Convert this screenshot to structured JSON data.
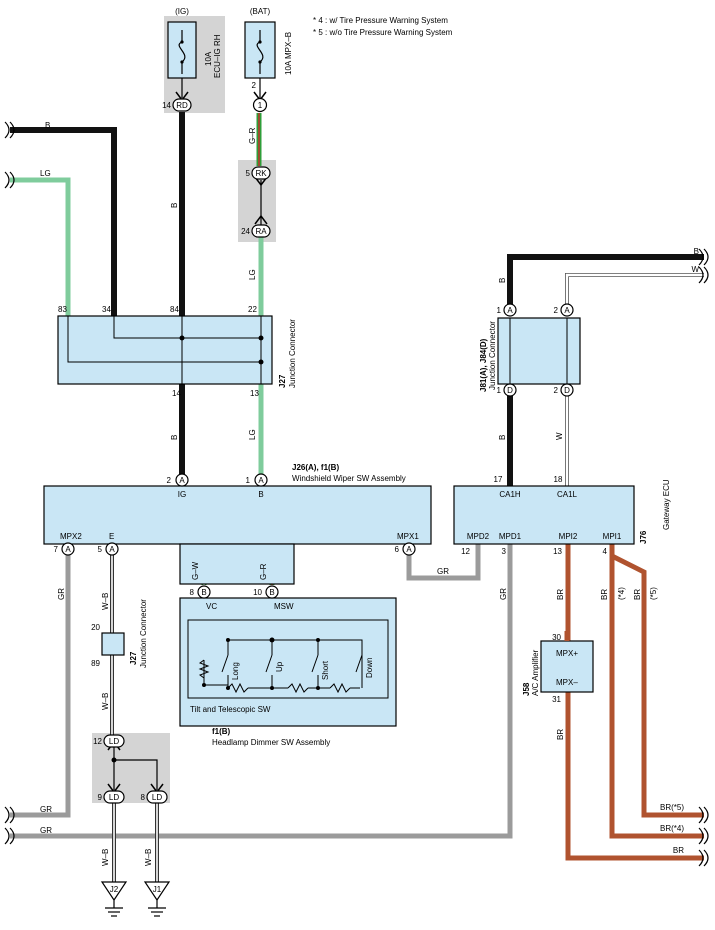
{
  "legend": {
    "note4": "* 4 : w/ Tire Pressure Warning System",
    "note5": "* 5 : w/o Tire Pressure Warning System"
  },
  "fuses": {
    "ig": {
      "source": "(IG)",
      "name": "10A ECU–IG RH",
      "name_line1": "10A",
      "name_line2": "ECU–IG RH",
      "pin": "14",
      "connector": "RD"
    },
    "bat": {
      "source": "(BAT)",
      "name": "10A MPX–B",
      "pin_top": "2",
      "pin": "1"
    }
  },
  "inline_connectors": {
    "rk": {
      "pin": "5",
      "id": "RK"
    },
    "ra": {
      "pin": "24",
      "id": "RA"
    },
    "ld_top": {
      "pin": "12",
      "id": "LD"
    },
    "ld_left": {
      "pin": "9",
      "id": "LD"
    },
    "ld_right": {
      "pin": "8",
      "id": "LD"
    }
  },
  "wire_colors": {
    "b": "B",
    "lg": "LG",
    "g_r": "G–R",
    "g_w": "G–W",
    "gr": "GR",
    "w": "W",
    "w_b": "W–B",
    "br": "BR",
    "br4": "BR(*4)",
    "br5": "BR(*5)",
    "br4_short": "(*4)",
    "br5_short": "(*5)"
  },
  "junction_j27_top": {
    "ref": "J27",
    "name": "Junction Connector",
    "pins_top": [
      "83",
      "34",
      "84",
      "22"
    ],
    "pins_bottom": [
      "14",
      "13"
    ]
  },
  "junction_j81": {
    "ref": "J81(A), J84(D)",
    "name": "Junction Connector",
    "pins_top": [
      "1",
      "2"
    ],
    "pins_bottom": [
      "1",
      "2"
    ],
    "conn_top": "A",
    "conn_bottom": "D"
  },
  "junction_j27_bottom": {
    "ref": "J27",
    "name": "Junction Connector",
    "pin_top": "20",
    "pin_bottom": "89"
  },
  "wiper_sw": {
    "ref": "J26(A), f1(B)",
    "name": "Windshield Wiper SW Assembly",
    "term_ig": "IG",
    "term_b": "B",
    "pin_ig": "2",
    "pin_b": "1",
    "conn": "A",
    "term_mpx2": "MPX2",
    "term_e": "E",
    "term_mpx1": "MPX1",
    "pin_mpx2": "7",
    "pin_e": "5",
    "pin_mpx1": "6",
    "pin_vc": "8",
    "pin_msw": "10",
    "conn_b": "B"
  },
  "gateway_ecu": {
    "ref": "J76",
    "name": "Gateway ECU",
    "term_ca1h": "CA1H",
    "term_ca1l": "CA1L",
    "pin_ca1h": "17",
    "pin_ca1l": "18",
    "term_mpd2": "MPD2",
    "term_mpd1": "MPD1",
    "term_mpi2": "MPI2",
    "term_mpi1": "MPI1",
    "pin_mpd2": "12",
    "pin_mpd1": "3",
    "pin_mpi2": "13",
    "pin_mpi1": "4"
  },
  "dimmer_sw": {
    "ref": "f1(B)",
    "name": "Headlamp Dimmer SW Assembly",
    "inner_name": "Tilt and Telescopic SW",
    "term_vc": "VC",
    "term_msw": "MSW",
    "switches": [
      "Long",
      "Up",
      "Short",
      "Down"
    ]
  },
  "ac_amp": {
    "ref": "J58",
    "name": "A/C Amplifier",
    "term_plus": "MPX+",
    "term_minus": "MPX–",
    "pin_plus": "30",
    "pin_minus": "31"
  },
  "grounds": {
    "j2": "J2",
    "j1": "J1"
  },
  "colors": {
    "box_fill": "#c9e6f5",
    "fuse_bg": "#d4d4d4",
    "lg_wire": "#7fcc9c",
    "gr_wire": "#9b9b9b",
    "br_wire": "#b0532f",
    "g_wire": "#2f9e3a",
    "r_wire": "#c4302a"
  }
}
